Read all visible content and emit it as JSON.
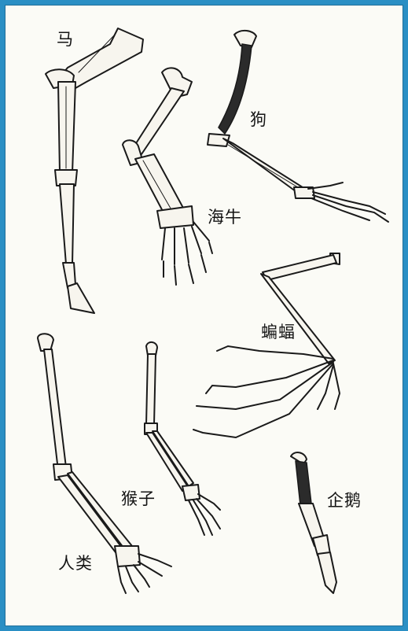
{
  "labels": {
    "horse": "马",
    "manatee": "海牛",
    "dog": "狗",
    "bat": "蝙蝠",
    "human": "人类",
    "monkey": "猴子",
    "penguin": "企鹅"
  },
  "colors": {
    "border": "#2a8fc4",
    "paper": "#fbfbf6",
    "ink": "#1a1a1a"
  }
}
